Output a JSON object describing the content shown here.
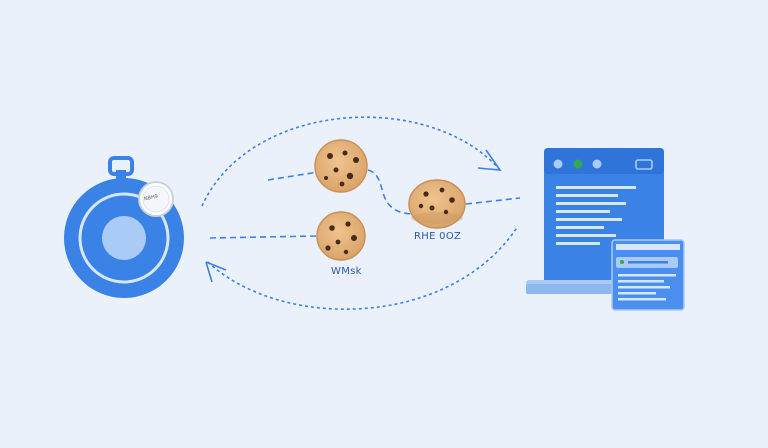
{
  "labels": {
    "cookie_bottom": "WMsk",
    "cookie_right": "RHE 0OZ",
    "badge": "NBH9"
  },
  "icons": {
    "left": "stopwatch-icon",
    "right": "browser-window-icon",
    "cookie": "cookie-icon",
    "arrow": "dotted-arrow-icon"
  },
  "colors": {
    "background": "#eaf1fb",
    "primary_blue": "#3b82e6",
    "light_blue": "#a9cbf5",
    "cookie": "#e5b57f",
    "chip": "#4a2a14",
    "dot_red": "#e0534a",
    "dot_green": "#34a853"
  }
}
